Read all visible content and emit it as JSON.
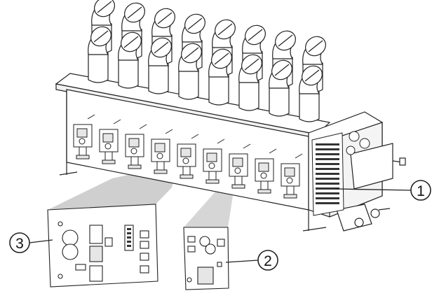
{
  "diagram": {
    "callouts": [
      {
        "label": "1"
      },
      {
        "label": "2"
      },
      {
        "label": "3"
      }
    ],
    "colors": {
      "line": "#222222",
      "fill": "#ffffff",
      "beam": "#cfcfcf",
      "shade": "#e6e6e6"
    }
  }
}
